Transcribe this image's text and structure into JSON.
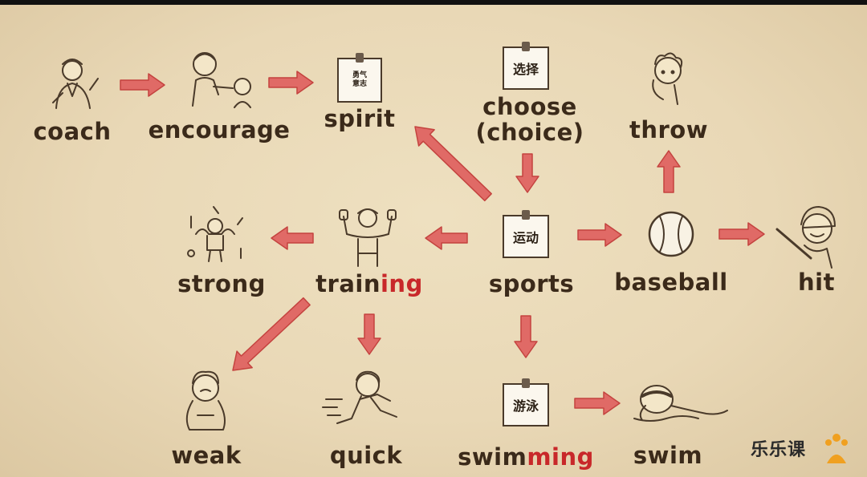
{
  "nodes": {
    "coach": "coach",
    "encourage": "encourage",
    "spirit": "spirit",
    "choose_line1": "choose",
    "choose_line2": "(choice)",
    "throw": "throw",
    "strong": "strong",
    "training_base": "train",
    "training_suffix": "ing",
    "sports": "sports",
    "baseball": "baseball",
    "hit": "hit",
    "weak": "weak",
    "quick": "quick",
    "swimming_base": "swim",
    "swimming_suffix": "ming",
    "swim": "swim"
  },
  "notes": {
    "spirit_line1": "勇气",
    "spirit_line2": "意志",
    "choose": "选择",
    "sports": "运动",
    "swimming": "游泳"
  },
  "brand": {
    "text": "乐乐课"
  },
  "colors": {
    "arrow": "#e06a66",
    "arrow_stroke": "#c4433f",
    "text": "#3b2a1a",
    "highlight": "#c8282a",
    "ink": "#4a3a2a"
  },
  "icons": {
    "coach": "coach-figure-icon",
    "encourage": "encouraging-figures-icon",
    "throw": "boy-throwing-icon",
    "strong": "strong-figure-icon",
    "training": "weightlifter-icon",
    "baseball": "baseball-icon",
    "hit": "batter-icon",
    "weak": "weak-child-icon",
    "quick": "running-child-icon",
    "swim": "swimmer-icon"
  }
}
